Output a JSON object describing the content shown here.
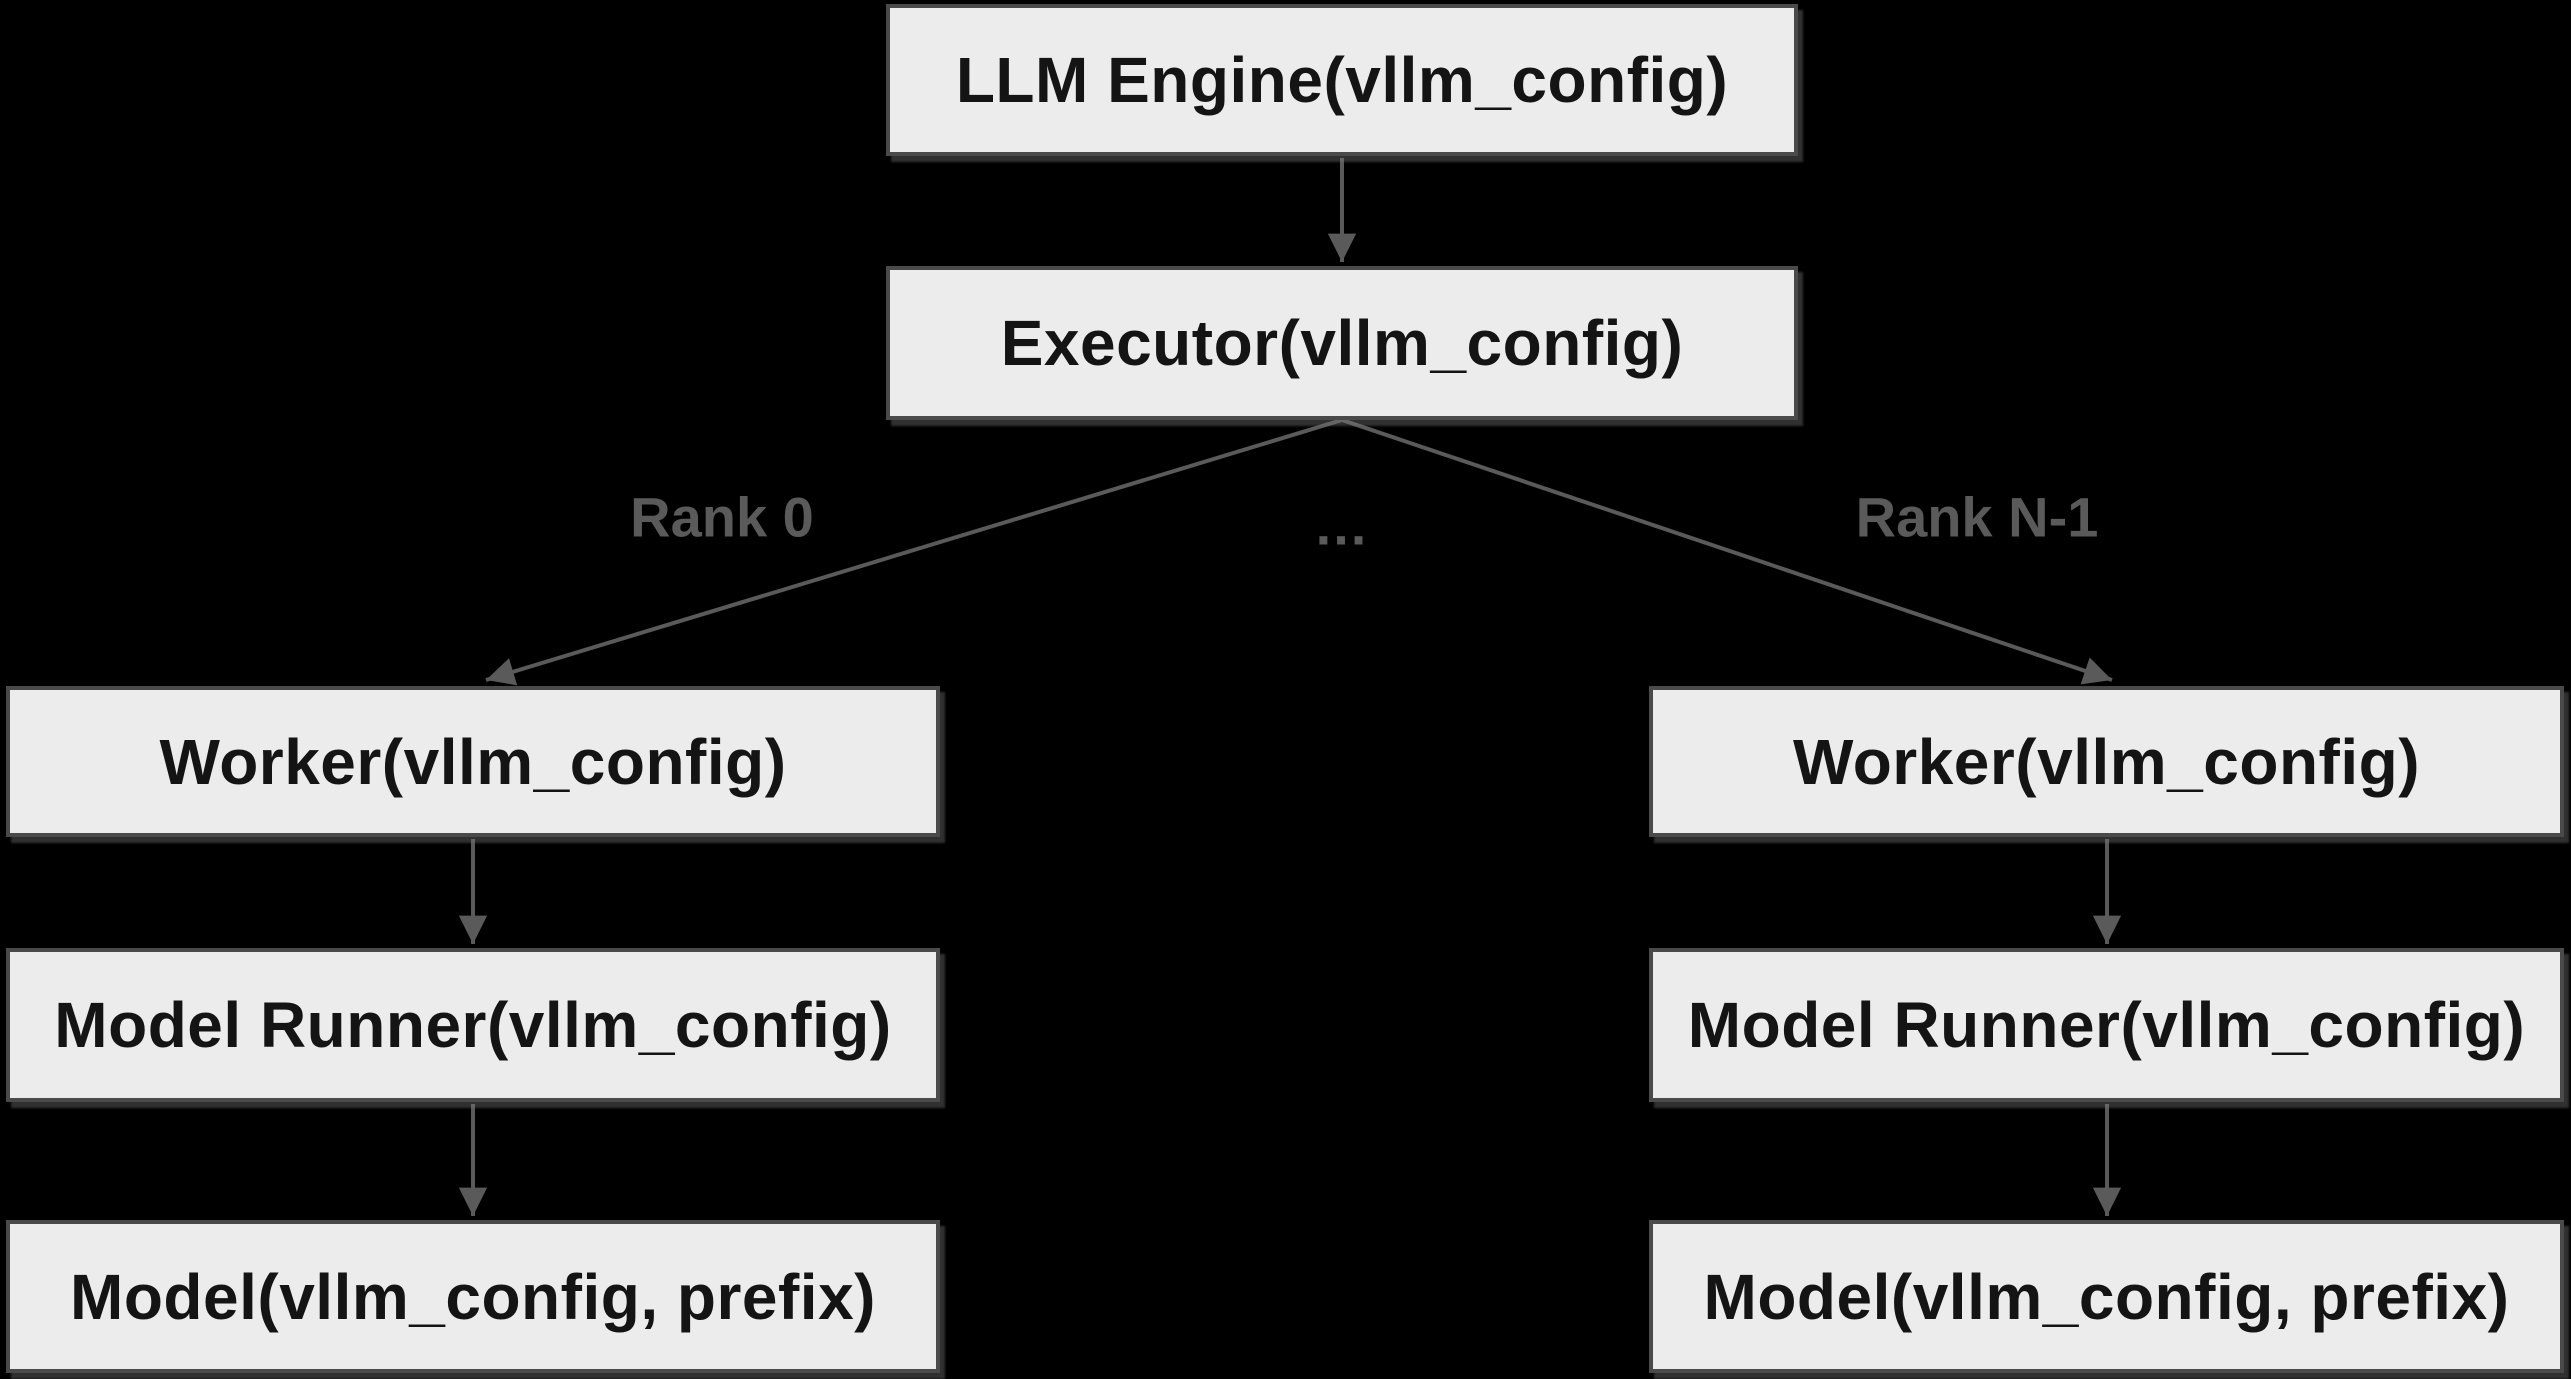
{
  "diagram": {
    "type": "flowchart",
    "colors": {
      "background": "#000000",
      "node_fill": "#ececec",
      "node_border": "#4a4a4a",
      "node_text": "#141414",
      "edge": "#5a5a5a",
      "edge_label": "#5a5a5a"
    },
    "nodes": {
      "llm_engine": {
        "label": "LLM Engine(vllm_config)"
      },
      "executor": {
        "label": "Executor(vllm_config)"
      },
      "worker_rank0": {
        "label": "Worker(vllm_config)"
      },
      "worker_rankn": {
        "label": "Worker(vllm_config)"
      },
      "model_runner_rank0": {
        "label": "Model Runner(vllm_config)"
      },
      "model_runner_rankn": {
        "label": "Model Runner(vllm_config)"
      },
      "model_rank0": {
        "label": "Model(vllm_config, prefix)"
      },
      "model_rankn": {
        "label": "Model(vllm_config, prefix)"
      }
    },
    "edge_labels": {
      "rank_0": "Rank 0",
      "ellipsis": "...",
      "rank_n_minus_1": "Rank N-1"
    }
  }
}
